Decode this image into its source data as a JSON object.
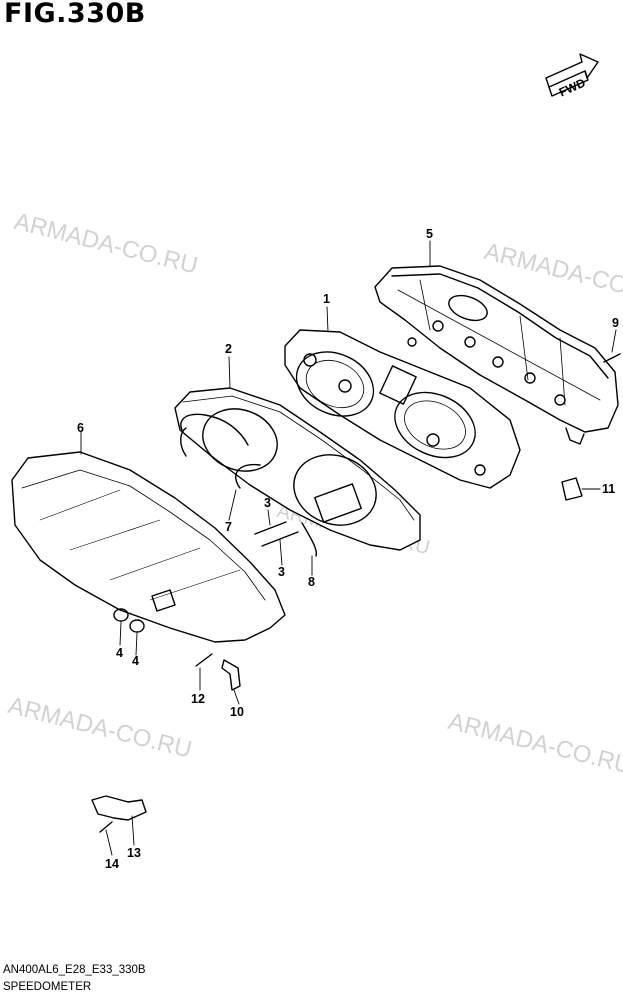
{
  "figure": {
    "title": "FIG.330B",
    "watermark": "ARMADA-CO.RU",
    "fwd_label": "FWD",
    "drawing_code": "AN400AL6_E28_E33_330B",
    "drawing_name": "SPEEDOMETER"
  },
  "callouts": [
    {
      "id": "1",
      "label": "1"
    },
    {
      "id": "2",
      "label": "2"
    },
    {
      "id": "3a",
      "label": "3"
    },
    {
      "id": "3b",
      "label": "3"
    },
    {
      "id": "4a",
      "label": "4"
    },
    {
      "id": "4b",
      "label": "4"
    },
    {
      "id": "5",
      "label": "5"
    },
    {
      "id": "6",
      "label": "6"
    },
    {
      "id": "7",
      "label": "7"
    },
    {
      "id": "8",
      "label": "8"
    },
    {
      "id": "9",
      "label": "9"
    },
    {
      "id": "10",
      "label": "10"
    },
    {
      "id": "11",
      "label": "11"
    },
    {
      "id": "12",
      "label": "12"
    },
    {
      "id": "13",
      "label": "13"
    },
    {
      "id": "14",
      "label": "14"
    }
  ]
}
